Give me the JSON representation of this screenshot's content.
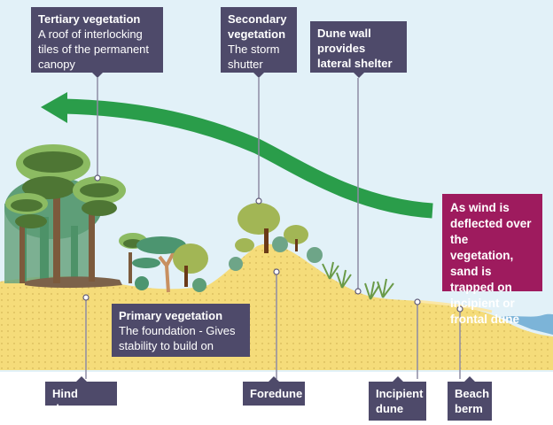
{
  "title": "Sand dune succession and vegetation",
  "colors": {
    "sky": "#e2f1f8",
    "sand": "#f5dc7a",
    "label_bg": "#4e4a6a",
    "callout_bg": "#9e1b5e",
    "wind_arrow": "#2a9d4a",
    "sea": "#7cb4d8",
    "leader_line": "#8e8ca4"
  },
  "top_labels": [
    {
      "title": "Tertiary vegetation",
      "desc": "A roof of interlocking tiles of the permanent canopy"
    },
    {
      "title": "Secondary vegetation",
      "desc": "The storm shutter"
    },
    {
      "title": "Dune wall provides lateral shelter"
    }
  ],
  "primary_label": {
    "title": "Primary vegetation",
    "desc": "The foundation - Gives stability to build on"
  },
  "callout": {
    "text": "As wind is deflected over the vegetation, sand is trapped on incipient or frontal dune"
  },
  "bottom_labels": [
    {
      "text": "Hind dunes"
    },
    {
      "text": "Foredune"
    },
    {
      "text": "Incipient dune"
    },
    {
      "text": "Beach berm"
    }
  ],
  "wind_arrow": {
    "meaning": "wind-direction",
    "direction": "left"
  }
}
